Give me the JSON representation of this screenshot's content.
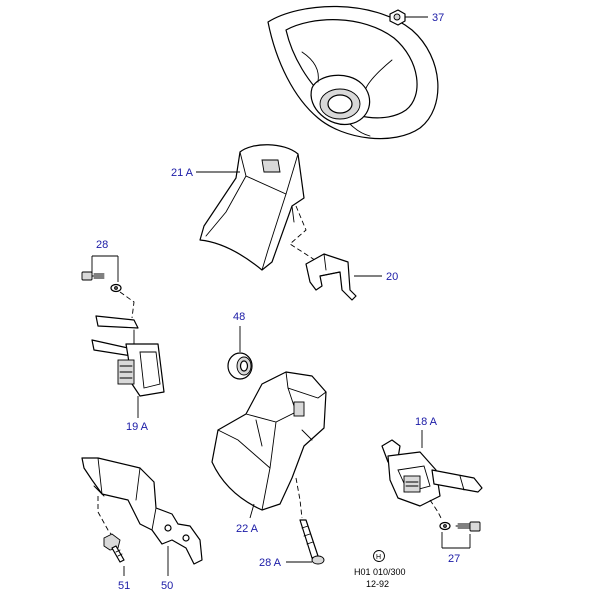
{
  "colors": {
    "callout": "#1a1aa6",
    "line": "#000000",
    "background": "#ffffff"
  },
  "callouts": {
    "c37": "37",
    "c21a": "21 A",
    "c28": "28",
    "c20": "20",
    "c48": "48",
    "c19a": "19 A",
    "c18a": "18 A",
    "c22a": "22 A",
    "c27": "27",
    "c28a": "28 A",
    "c51": "51",
    "c50": "50"
  },
  "reference": {
    "symbol": "H",
    "drawing_number": "H01 010/300",
    "date": "12-92"
  }
}
